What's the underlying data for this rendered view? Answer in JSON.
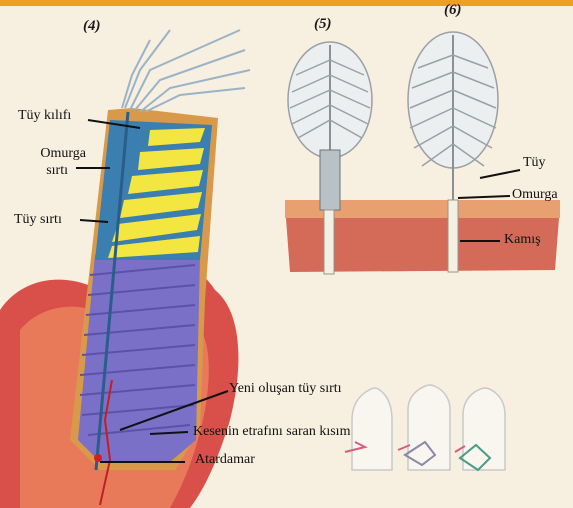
{
  "panels": {
    "p4": "(4)",
    "p5": "(5)",
    "p6": "(6)"
  },
  "labels": {
    "tuy_kilifi": "Tüy kılıfı",
    "omurga_sirti_1": "Omurga",
    "omurga_sirti_2": "sırtı",
    "tuy_sirti": "Tüy sırtı",
    "yeni_olusan": "Yeni oluşan tüy sırtı",
    "kese": "Kesenin etrafını saran kısım",
    "atardamar": "Atardamar",
    "tuy": "Tüy",
    "omurga": "Omurga",
    "kamis": "Kamış"
  },
  "colors": {
    "background": "#f7efdf",
    "top_bar": "#f0a020",
    "skin": "#d9504a",
    "sheath": "#d89a4a",
    "ridge": "#f4e640",
    "core": "#7a70c8",
    "barb": "#d9dde0"
  }
}
